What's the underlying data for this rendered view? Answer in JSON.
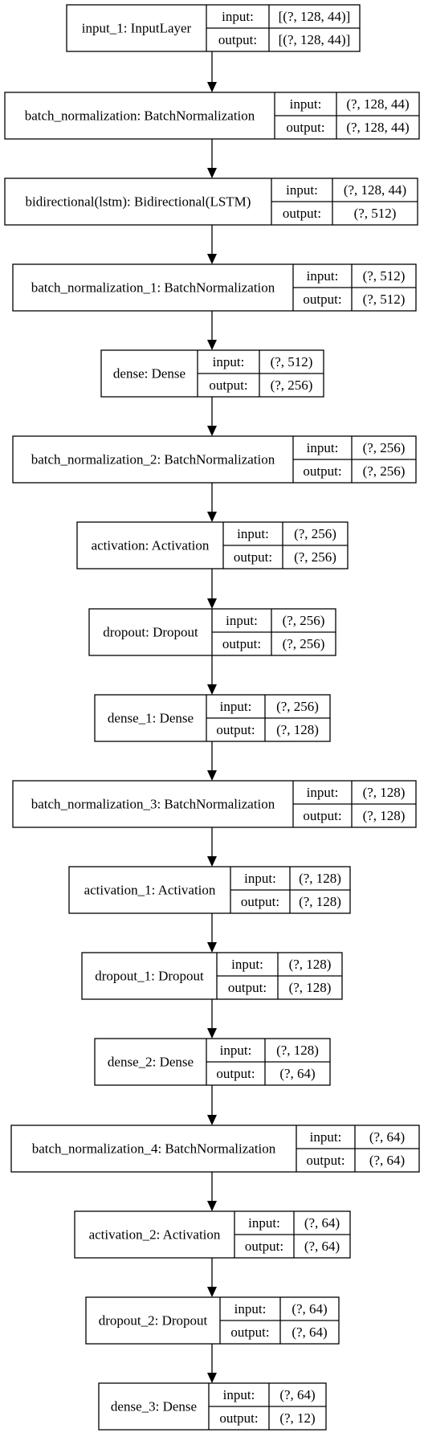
{
  "layers": [
    {
      "name": "input_1: InputLayer",
      "input_label": "input:",
      "output_label": "output:",
      "input_shape": "[(?, 128, 44)]",
      "output_shape": "[(?, 128, 44)]"
    },
    {
      "name": "batch_normalization: BatchNormalization",
      "input_label": "input:",
      "output_label": "output:",
      "input_shape": "(?, 128, 44)",
      "output_shape": "(?, 128, 44)"
    },
    {
      "name": "bidirectional(lstm): Bidirectional(LSTM)",
      "input_label": "input:",
      "output_label": "output:",
      "input_shape": "(?, 128, 44)",
      "output_shape": "(?, 512)"
    },
    {
      "name": "batch_normalization_1: BatchNormalization",
      "input_label": "input:",
      "output_label": "output:",
      "input_shape": "(?, 512)",
      "output_shape": "(?, 512)"
    },
    {
      "name": "dense: Dense",
      "input_label": "input:",
      "output_label": "output:",
      "input_shape": "(?, 512)",
      "output_shape": "(?, 256)"
    },
    {
      "name": "batch_normalization_2: BatchNormalization",
      "input_label": "input:",
      "output_label": "output:",
      "input_shape": "(?, 256)",
      "output_shape": "(?, 256)"
    },
    {
      "name": "activation: Activation",
      "input_label": "input:",
      "output_label": "output:",
      "input_shape": "(?, 256)",
      "output_shape": "(?, 256)"
    },
    {
      "name": "dropout: Dropout",
      "input_label": "input:",
      "output_label": "output:",
      "input_shape": "(?, 256)",
      "output_shape": "(?, 256)"
    },
    {
      "name": "dense_1: Dense",
      "input_label": "input:",
      "output_label": "output:",
      "input_shape": "(?, 256)",
      "output_shape": "(?, 128)"
    },
    {
      "name": "batch_normalization_3: BatchNormalization",
      "input_label": "input:",
      "output_label": "output:",
      "input_shape": "(?, 128)",
      "output_shape": "(?, 128)"
    },
    {
      "name": "activation_1: Activation",
      "input_label": "input:",
      "output_label": "output:",
      "input_shape": "(?, 128)",
      "output_shape": "(?, 128)"
    },
    {
      "name": "dropout_1: Dropout",
      "input_label": "input:",
      "output_label": "output:",
      "input_shape": "(?, 128)",
      "output_shape": "(?, 128)"
    },
    {
      "name": "dense_2: Dense",
      "input_label": "input:",
      "output_label": "output:",
      "input_shape": "(?, 128)",
      "output_shape": "(?, 64)"
    },
    {
      "name": "batch_normalization_4: BatchNormalization",
      "input_label": "input:",
      "output_label": "output:",
      "input_shape": "(?, 64)",
      "output_shape": "(?, 64)"
    },
    {
      "name": "activation_2: Activation",
      "input_label": "input:",
      "output_label": "output:",
      "input_shape": "(?, 64)",
      "output_shape": "(?, 64)"
    },
    {
      "name": "dropout_2: Dropout",
      "input_label": "input:",
      "output_label": "output:",
      "input_shape": "(?, 64)",
      "output_shape": "(?, 64)"
    },
    {
      "name": "dense_3: Dense",
      "input_label": "input:",
      "output_label": "output:",
      "input_shape": "(?, 64)",
      "output_shape": "(?, 12)"
    }
  ]
}
